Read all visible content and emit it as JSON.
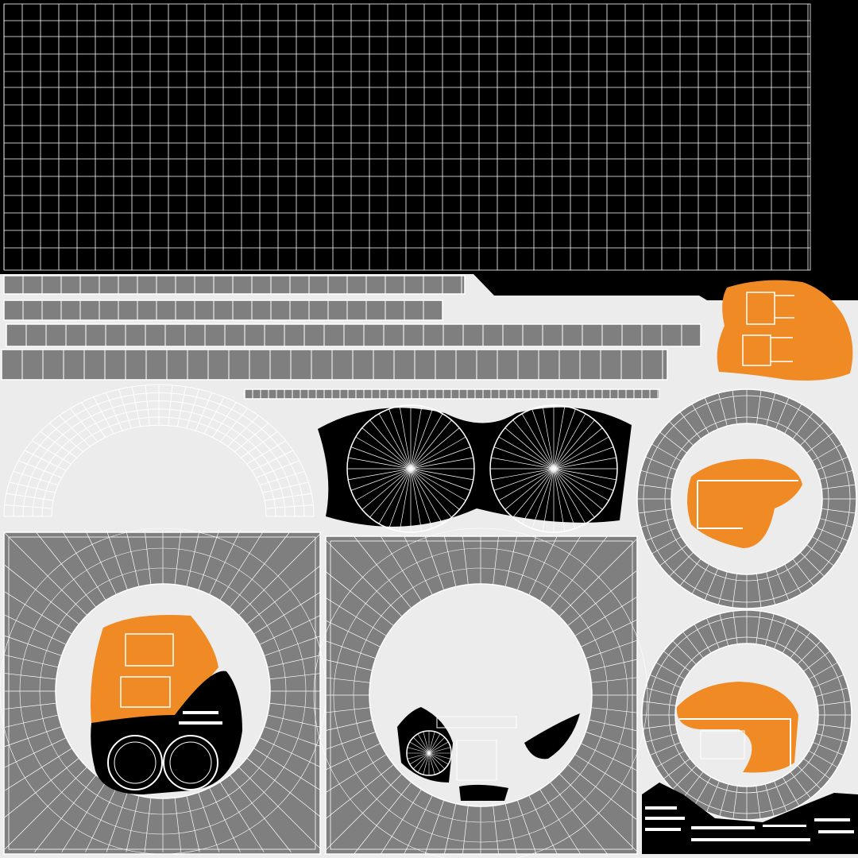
{
  "texture": {
    "colors": {
      "background": "#ececec",
      "black": "#000000",
      "gray": "#7f7f7f",
      "wire": "#ffffff",
      "orange": "#f08a24"
    },
    "islands": [
      "top-grid",
      "strips",
      "orange-patch",
      "arch-wire",
      "wheel-pair",
      "ring-upper",
      "ring-lower",
      "square-left",
      "square-right",
      "scraps"
    ]
  }
}
